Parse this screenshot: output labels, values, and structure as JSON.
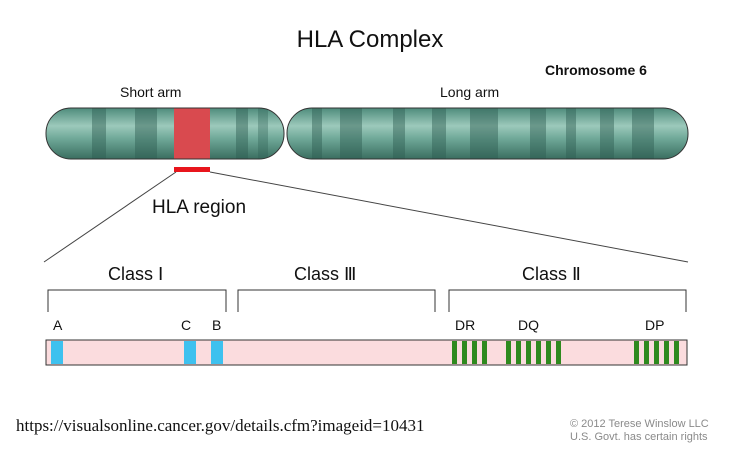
{
  "diagram": {
    "title": "HLA Complex",
    "chromosome_label": "Chromosome 6",
    "short_arm_label": "Short arm",
    "long_arm_label": "Long arm",
    "region_label": "HLA region",
    "classes": [
      {
        "label": "Class Ⅰ"
      },
      {
        "label": "Class Ⅲ"
      },
      {
        "label": "Class Ⅱ"
      }
    ],
    "genes": {
      "a": "A",
      "c": "C",
      "b": "B",
      "dr": "DR",
      "dq": "DQ",
      "dp": "DP"
    },
    "colors": {
      "chromosome": "#6fa898",
      "band": "#3f7a6a",
      "hla_band": "#d94a4f",
      "region_bar": "#e8151c",
      "strip": "#fbdcde",
      "class1_gene": "#3ec1ef",
      "class2_gene": "#2e8a1e"
    }
  },
  "source": {
    "url": "https://visualsonline.cancer.gov/details.cfm?imageid=10431",
    "copyright_line1": "© 2012 Terese Winslow LLC",
    "copyright_line2": "U.S. Govt. has certain rights"
  }
}
